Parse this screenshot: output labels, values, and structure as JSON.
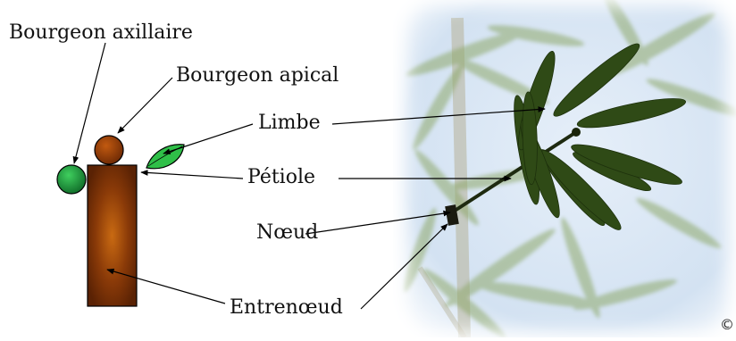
{
  "labels": {
    "axillary_bud": "Bourgeon axillaire",
    "apical_bud": "Bourgeon apical",
    "blade": "Limbe",
    "petiole": "Pétiole",
    "node": "Nœud",
    "internode": "Entrenœud"
  },
  "copyright_mark": "©",
  "colors": {
    "stem": "#6b2c06",
    "stem_highlight": "#c0620f",
    "axillary_bud": "#1a8a3a",
    "apical_bud": "#8a3b08",
    "leaf": "#33c04a",
    "sky": "#dbe8f5",
    "photo_leaf": "#2d4514"
  }
}
